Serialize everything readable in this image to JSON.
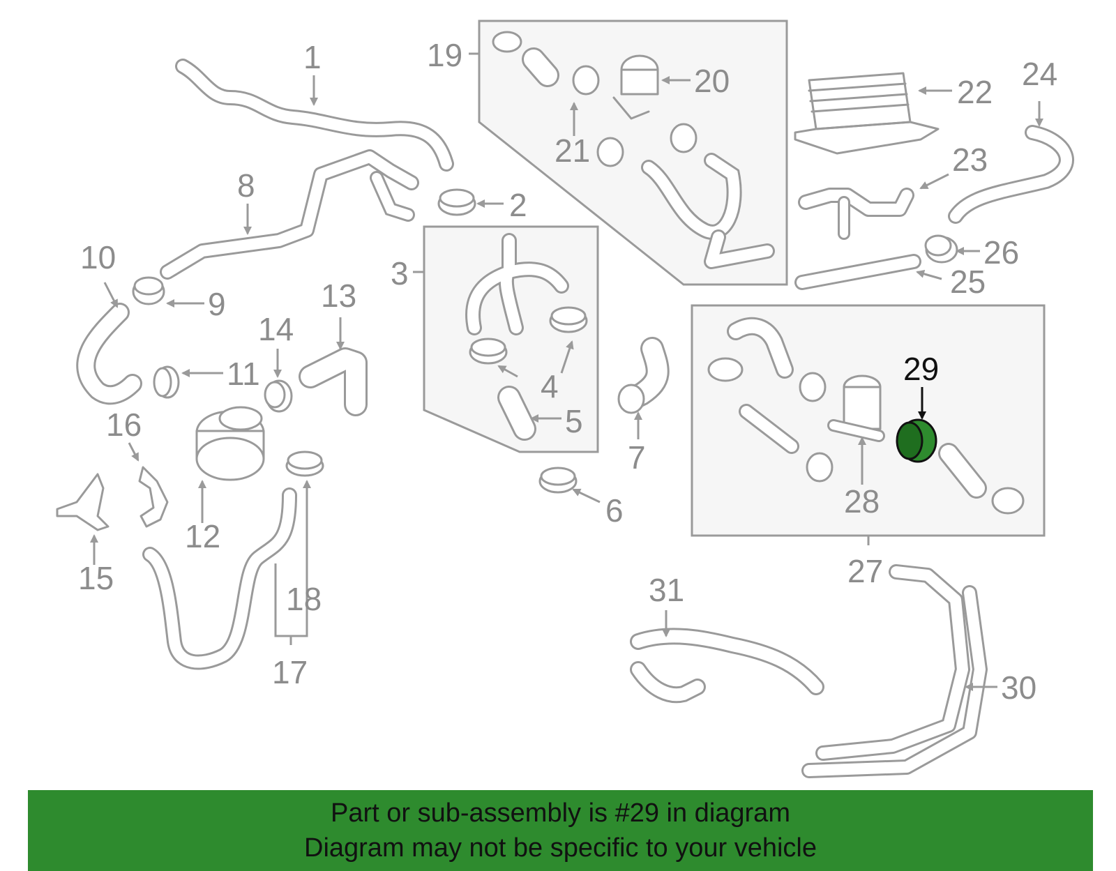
{
  "diagram": {
    "callouts": [
      "1",
      "2",
      "3",
      "4",
      "5",
      "6",
      "7",
      "8",
      "9",
      "10",
      "11",
      "12",
      "13",
      "14",
      "15",
      "16",
      "17",
      "18",
      "19",
      "20",
      "21",
      "22",
      "23",
      "24",
      "25",
      "26",
      "27",
      "28",
      "29",
      "30",
      "31"
    ],
    "highlighted_part": "29",
    "highlight_color": "#2e8b2e",
    "line_color": "#9a9a9a"
  },
  "footer": {
    "line1": "Part or sub-assembly is #29 in diagram",
    "line2": "Diagram may not be specific to your vehicle",
    "background": "#2e8b2e"
  }
}
